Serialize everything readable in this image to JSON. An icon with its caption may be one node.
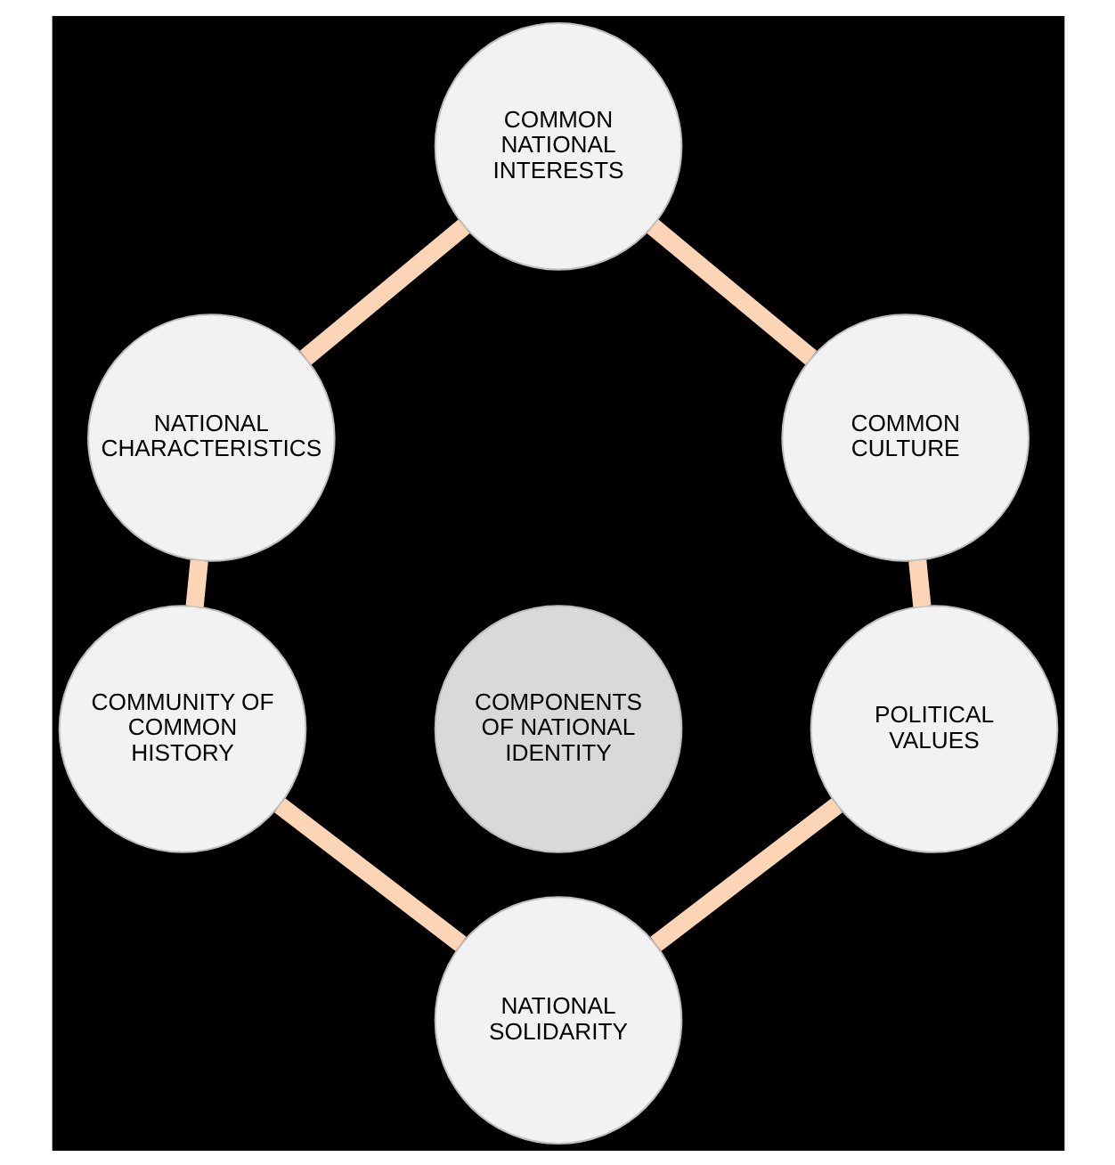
{
  "diagram": {
    "nodes": [
      {
        "text": [
          "COMMON NATIONAL INTERESTS"
        ]
      },
      {
        "text": [
          "NATIONAL CHARACTERISTICS"
        ]
      },
      {
        "text": [
          "COMMUNITY OF COMMON HISTORY"
        ]
      },
      {
        "text": [
          "NATIONAL SOLIDARITY"
        ]
      },
      {
        "text": [
          "POLITICAL VALUES"
        ]
      },
      {
        "text": [
          "COMMON CULTURE"
        ]
      },
      {
        "text": [
          "COMPONENTS OF NATIONAL IDENTITY"
        ]
      }
    ],
    "edges": [
      {
        "from": 0,
        "to": 1,
        "arrow": "none"
      },
      {
        "from": 1,
        "to": 2,
        "arrow": "none"
      },
      {
        "from": 2,
        "to": 3,
        "arrow": "none"
      },
      {
        "from": 3,
        "to": 4,
        "arrow": "none"
      },
      {
        "from": 4,
        "to": 5,
        "arrow": "none"
      },
      {
        "from": 5,
        "to": 0,
        "arrow": "none"
      }
    ]
  }
}
